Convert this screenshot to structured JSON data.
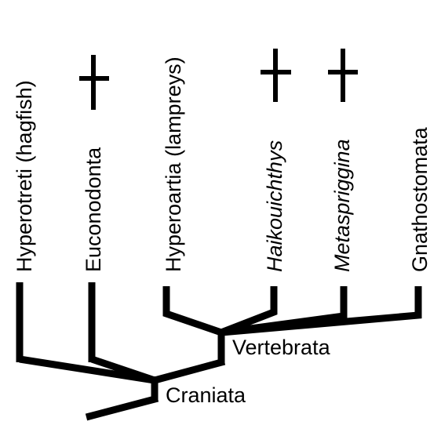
{
  "taxa": [
    {
      "label": "Hyperotreti (hagfish)",
      "italic": false,
      "extinct": false
    },
    {
      "label": "Euconodonta",
      "italic": false,
      "extinct": true
    },
    {
      "label": "Hyperoartia (lampreys)",
      "italic": false,
      "extinct": false
    },
    {
      "label": "Haikouichthys",
      "italic": true,
      "extinct": true
    },
    {
      "label": "Metaspriggina",
      "italic": true,
      "extinct": true
    },
    {
      "label": "Gnathostomata",
      "italic": false,
      "extinct": false
    }
  ],
  "clades": {
    "vertebrata": "Vertebrata",
    "craniata": "Craniata"
  },
  "extinct_marker": "dagger",
  "colors": {
    "line": "#000000",
    "background": "#ffffff"
  }
}
